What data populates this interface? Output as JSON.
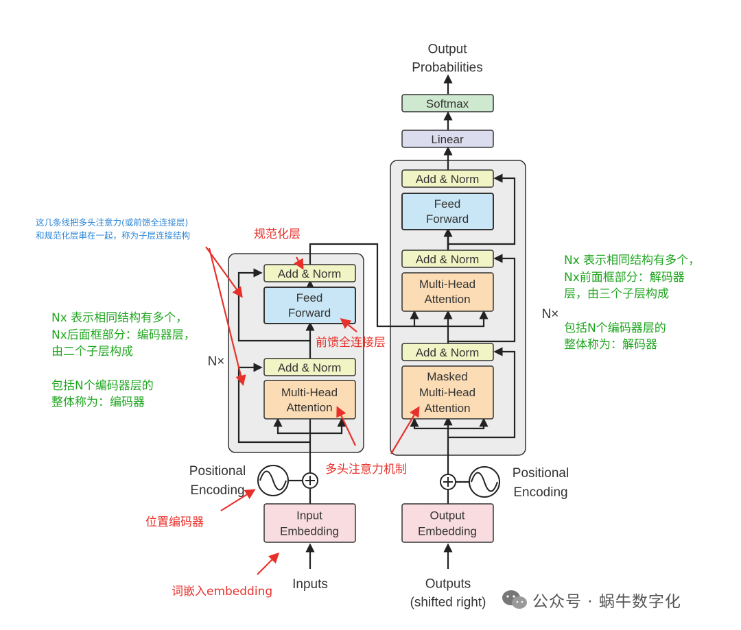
{
  "diagram": {
    "output_label": "Output\nProbabilities",
    "softmax": "Softmax",
    "linear": "Linear",
    "decoder": {
      "add_norm_top": "Add & Norm",
      "feed_forward": "Feed\nForward",
      "add_norm_mid": "Add & Norm",
      "mha": "Multi-Head\nAttention",
      "add_norm_bottom": "Add & Norm",
      "masked_mha": "Masked\nMulti-Head\nAttention",
      "nx": "N×"
    },
    "encoder": {
      "add_norm_top": "Add & Norm",
      "feed_forward": "Feed\nForward",
      "add_norm_bottom": "Add & Norm",
      "mha": "Multi-Head\nAttention",
      "nx": "N×"
    },
    "input_embedding": "Input\nEmbedding",
    "output_embedding": "Output\nEmbedding",
    "pos_enc_left": "Positional\nEncoding",
    "pos_enc_right": "Positional\nEncoding",
    "inputs": "Inputs",
    "outputs": "Outputs\n(shifted right)"
  },
  "annotations": {
    "blue_sublayer": "这几条线把多头注意力(或前馈全连接层)\n和规范化层串在一起，称为子层连接结构",
    "norm_layer": "规范化层",
    "ffn": "前馈全连接层",
    "mha_mechanism": "多头注意力机制",
    "positional": "位置编码器",
    "word_embedding": "词嵌入embedding",
    "encoder_desc": "Nx 表示相同结构有多个，\nNx后面框部分：编码器层，\n由二个子层构成\n\n包括N个编码器层的\n整体称为：编码器",
    "decoder_desc": "Nx 表示相同结构有多个，\nNx前面框部分：解码器\n层，由三个子层构成\n\n包括N个编码器层的\n整体称为：解码器"
  },
  "watermark": "公众号 · 蜗牛数字化",
  "colors": {
    "add_norm": "#f1f4c4",
    "feed_forward": "#c8e6f5",
    "attention": "#fbdcb5",
    "embedding": "#f8dcdf",
    "softmax": "#cfe9d1",
    "linear": "#dcdcef",
    "container": "#ececec",
    "annotation_red": "#e8302a",
    "annotation_green": "#1fa51f",
    "annotation_blue": "#2d86d6"
  }
}
